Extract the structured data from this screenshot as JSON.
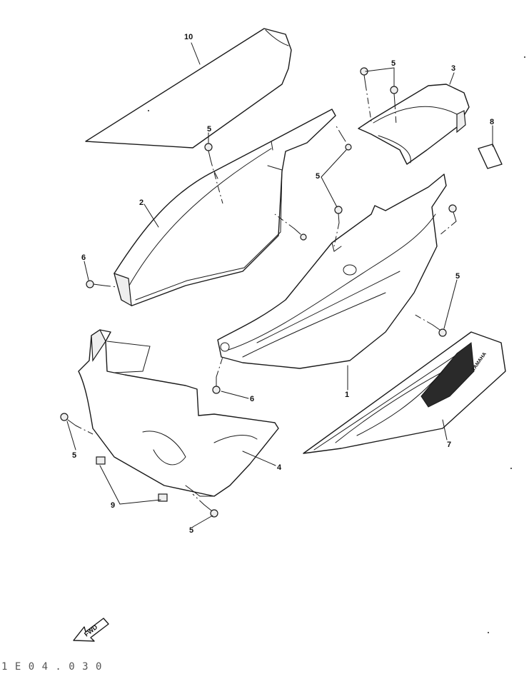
{
  "diagram": {
    "callouts": [
      {
        "id": "c10",
        "text": "10"
      },
      {
        "id": "c5a",
        "text": "5"
      },
      {
        "id": "c3",
        "text": "3"
      },
      {
        "id": "c8",
        "text": "8"
      },
      {
        "id": "c5b",
        "text": "5"
      },
      {
        "id": "c2",
        "text": "2"
      },
      {
        "id": "c5c",
        "text": "5"
      },
      {
        "id": "c6a",
        "text": "6"
      },
      {
        "id": "c5d",
        "text": "5"
      },
      {
        "id": "c1",
        "text": "1"
      },
      {
        "id": "c6b",
        "text": "6"
      },
      {
        "id": "c7",
        "text": "7"
      },
      {
        "id": "c5e",
        "text": "5"
      },
      {
        "id": "c4",
        "text": "4"
      },
      {
        "id": "c9",
        "text": "9"
      },
      {
        "id": "c5f",
        "text": "5"
      }
    ],
    "direction_marker": "FWD",
    "decal_brand": "YAMAHA",
    "footer_code": "1 E 0 4 . 0 3 0"
  },
  "colors": {
    "ink": "#1a1a1a",
    "paper": "#ffffff"
  }
}
